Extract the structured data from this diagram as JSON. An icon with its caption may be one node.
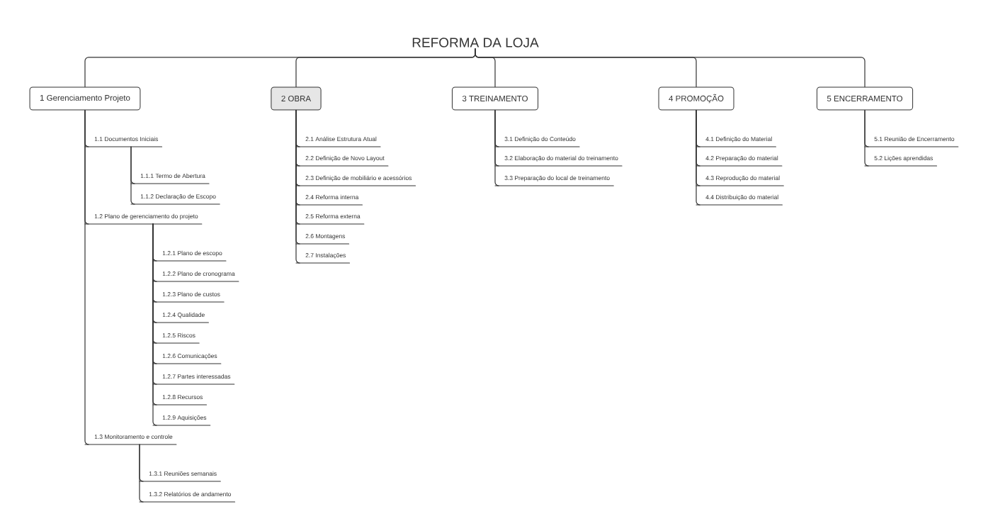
{
  "diagram": {
    "nodes": [
      {
        "text": [
          "REFORMA DA LOJA"
        ]
      },
      {
        "text": [
          "1 Gerenciamento Projeto"
        ]
      },
      {
        "text": [
          "2 OBRA"
        ]
      },
      {
        "text": [
          "3 TREINAMENTO"
        ]
      },
      {
        "text": [
          "4 PROMOÇÃO"
        ]
      },
      {
        "text": [
          "5 ENCERRAMENTO"
        ]
      },
      {
        "text": [
          "1.1 Documentos Iniciais"
        ]
      },
      {
        "text": [
          "1.1.1 Termo de Abertura"
        ]
      },
      {
        "text": [
          "1.1.2 Declaração de Escopo"
        ]
      },
      {
        "text": [
          "1.2 Plano de gerenciamento do projeto"
        ]
      },
      {
        "text": [
          "1.2.1 Plano de escopo"
        ]
      },
      {
        "text": [
          "1.2.2 Plano de cronograma"
        ]
      },
      {
        "text": [
          "1.2.3 Plano de custos"
        ]
      },
      {
        "text": [
          "1.2.4 Qualidade"
        ]
      },
      {
        "text": [
          "1.2.5 Riscos"
        ]
      },
      {
        "text": [
          "1.2.6 Comunicações"
        ]
      },
      {
        "text": [
          "1.2.7 Partes interessadas"
        ]
      },
      {
        "text": [
          "1.2.8 Recursos"
        ]
      },
      {
        "text": [
          "1.2.9 Aquisições"
        ]
      },
      {
        "text": [
          "1.3 Monitoramento e controle"
        ]
      },
      {
        "text": [
          "1.3.1 Reuniões semanais"
        ]
      },
      {
        "text": [
          "1.3.2 Relatórios de andamento"
        ]
      },
      {
        "text": [
          "2.1 Análise Estrutura Atual"
        ]
      },
      {
        "text": [
          "2.2 Definição de Novo Layout"
        ]
      },
      {
        "text": [
          "2.3 Definição de mobiliário e acessórios"
        ]
      },
      {
        "text": [
          "2.4 Reforma interna"
        ]
      },
      {
        "text": [
          "2.5 Reforma externa"
        ]
      },
      {
        "text": [
          "2.6 Montagens"
        ]
      },
      {
        "text": [
          "2.7 Instalações"
        ]
      },
      {
        "text": [
          "3.1 Definição do Conteúdo"
        ]
      },
      {
        "text": [
          "3.2 Elaboração do material do treinamento"
        ]
      },
      {
        "text": [
          "3.3 Preparação do local de treinamento"
        ]
      },
      {
        "text": [
          "4.1 Definição do Material"
        ]
      },
      {
        "text": [
          "4.2 Preparação do material"
        ]
      },
      {
        "text": [
          "4.3 Reprodução do material"
        ]
      },
      {
        "text": [
          "4.4 Distribuição do material"
        ]
      },
      {
        "text": [
          "5.1 Reunião de Encerramento"
        ]
      },
      {
        "text": [
          "5.2 Lições aprendidas"
        ]
      }
    ],
    "edges": [
      {
        "from": 0,
        "to": 1,
        "arrow": "none"
      },
      {
        "from": 0,
        "to": 2,
        "arrow": "none"
      },
      {
        "from": 0,
        "to": 3,
        "arrow": "none"
      },
      {
        "from": 0,
        "to": 4,
        "arrow": "none"
      },
      {
        "from": 0,
        "to": 5,
        "arrow": "none"
      },
      {
        "from": 1,
        "to": 6,
        "arrow": "none"
      },
      {
        "from": 6,
        "to": 7,
        "arrow": "none"
      },
      {
        "from": 6,
        "to": 8,
        "arrow": "none"
      },
      {
        "from": 1,
        "to": 9,
        "arrow": "none"
      },
      {
        "from": 9,
        "to": 10,
        "arrow": "none"
      },
      {
        "from": 9,
        "to": 11,
        "arrow": "none"
      },
      {
        "from": 9,
        "to": 12,
        "arrow": "none"
      },
      {
        "from": 9,
        "to": 13,
        "arrow": "none"
      },
      {
        "from": 9,
        "to": 14,
        "arrow": "none"
      },
      {
        "from": 9,
        "to": 15,
        "arrow": "none"
      },
      {
        "from": 9,
        "to": 16,
        "arrow": "none"
      },
      {
        "from": 9,
        "to": 17,
        "arrow": "none"
      },
      {
        "from": 9,
        "to": 18,
        "arrow": "none"
      },
      {
        "from": 1,
        "to": 19,
        "arrow": "none"
      },
      {
        "from": 19,
        "to": 20,
        "arrow": "none"
      },
      {
        "from": 19,
        "to": 21,
        "arrow": "none"
      },
      {
        "from": 2,
        "to": 22,
        "arrow": "none"
      },
      {
        "from": 2,
        "to": 23,
        "arrow": "none"
      },
      {
        "from": 2,
        "to": 24,
        "arrow": "none"
      },
      {
        "from": 2,
        "to": 25,
        "arrow": "none"
      },
      {
        "from": 2,
        "to": 26,
        "arrow": "none"
      },
      {
        "from": 2,
        "to": 27,
        "arrow": "none"
      },
      {
        "from": 2,
        "to": 28,
        "arrow": "none"
      },
      {
        "from": 3,
        "to": 29,
        "arrow": "none"
      },
      {
        "from": 3,
        "to": 30,
        "arrow": "none"
      },
      {
        "from": 3,
        "to": 31,
        "arrow": "none"
      },
      {
        "from": 4,
        "to": 32,
        "arrow": "none"
      },
      {
        "from": 4,
        "to": 33,
        "arrow": "none"
      },
      {
        "from": 4,
        "to": 34,
        "arrow": "none"
      },
      {
        "from": 4,
        "to": 35,
        "arrow": "none"
      },
      {
        "from": 5,
        "to": 36,
        "arrow": "none"
      },
      {
        "from": 5,
        "to": 37,
        "arrow": "none"
      }
    ]
  }
}
